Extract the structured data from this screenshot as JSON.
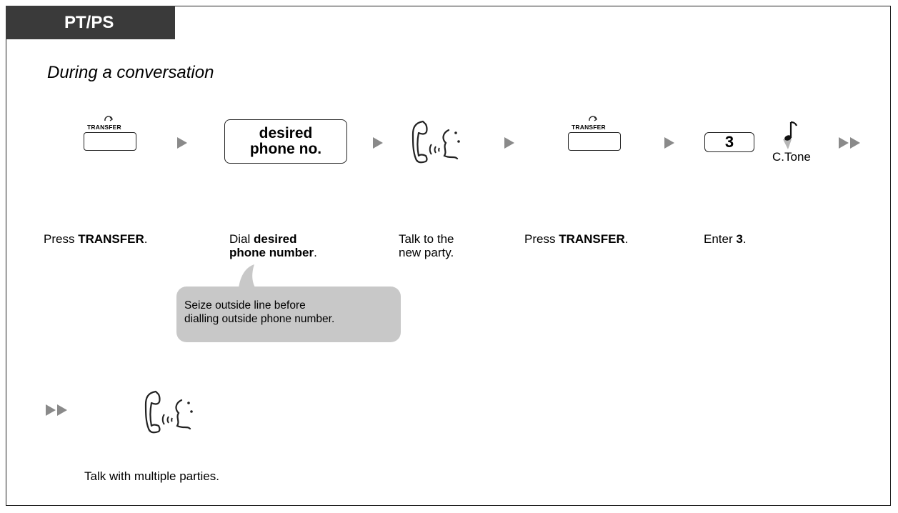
{
  "header": {
    "tab_label": "PT/PS"
  },
  "subtitle": "During a conversation",
  "steps": {
    "transfer_key_label": "TRANSFER",
    "dial_box_line1": "desired",
    "dial_box_line2": "phone no.",
    "enter_key": "3",
    "tone_label": "C.Tone"
  },
  "captions": {
    "step1_prefix": "Press ",
    "step1_bold": "TRANSFER",
    "step1_suffix": ".",
    "step2_prefix": "Dial ",
    "step2_bold1": "desired",
    "step2_bold2": "phone number",
    "step2_suffix": ".",
    "step3_line1": "Talk to the",
    "step3_line2": "new party.",
    "step4_prefix": "Press ",
    "step4_bold": "TRANSFER",
    "step4_suffix": ".",
    "step5_prefix": "Enter ",
    "step5_bold": "3",
    "step5_suffix": "."
  },
  "note": {
    "line1": "Seize outside line before",
    "line2": "dialling outside phone number."
  },
  "final_caption": "Talk with multiple parties.",
  "colors": {
    "header_bg": "#3a3a3a",
    "arrow": "#8a8a8a",
    "bubble": "#c8c8c8"
  }
}
